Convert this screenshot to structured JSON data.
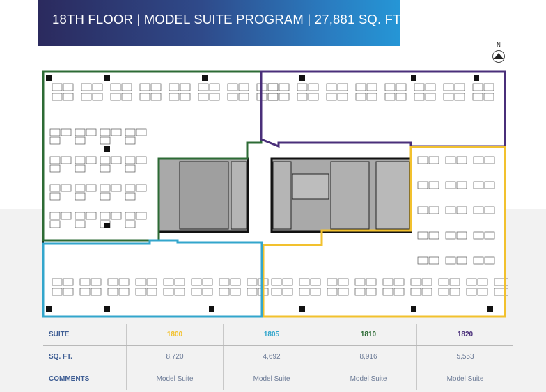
{
  "header": {
    "title": "18TH FLOOR | MODEL SUITE PROGRAM | 27,881 SQ. FT"
  },
  "compass": {
    "label": "N",
    "icon": "north-arrow-icon"
  },
  "floor_plan": {
    "suites": [
      {
        "id": "1800",
        "color": "#f2c12e"
      },
      {
        "id": "1805",
        "color": "#33a6cc"
      },
      {
        "id": "1810",
        "color": "#2d6b35"
      },
      {
        "id": "1820",
        "color": "#4a2f7a"
      }
    ]
  },
  "table": {
    "row_labels": [
      "SUITE",
      "SQ. FT.",
      "COMMENTS"
    ],
    "columns": [
      {
        "suite": "1800",
        "sqft": "8,720",
        "comment": "Model Suite",
        "color": "#f2c12e"
      },
      {
        "suite": "1805",
        "sqft": "4,692",
        "comment": "Model Suite",
        "color": "#33a6cc"
      },
      {
        "suite": "1810",
        "sqft": "8,916",
        "comment": "Model Suite",
        "color": "#2d6b35"
      },
      {
        "suite": "1820",
        "sqft": "5,553",
        "comment": "Model Suite",
        "color": "#4a2f7a"
      }
    ]
  }
}
